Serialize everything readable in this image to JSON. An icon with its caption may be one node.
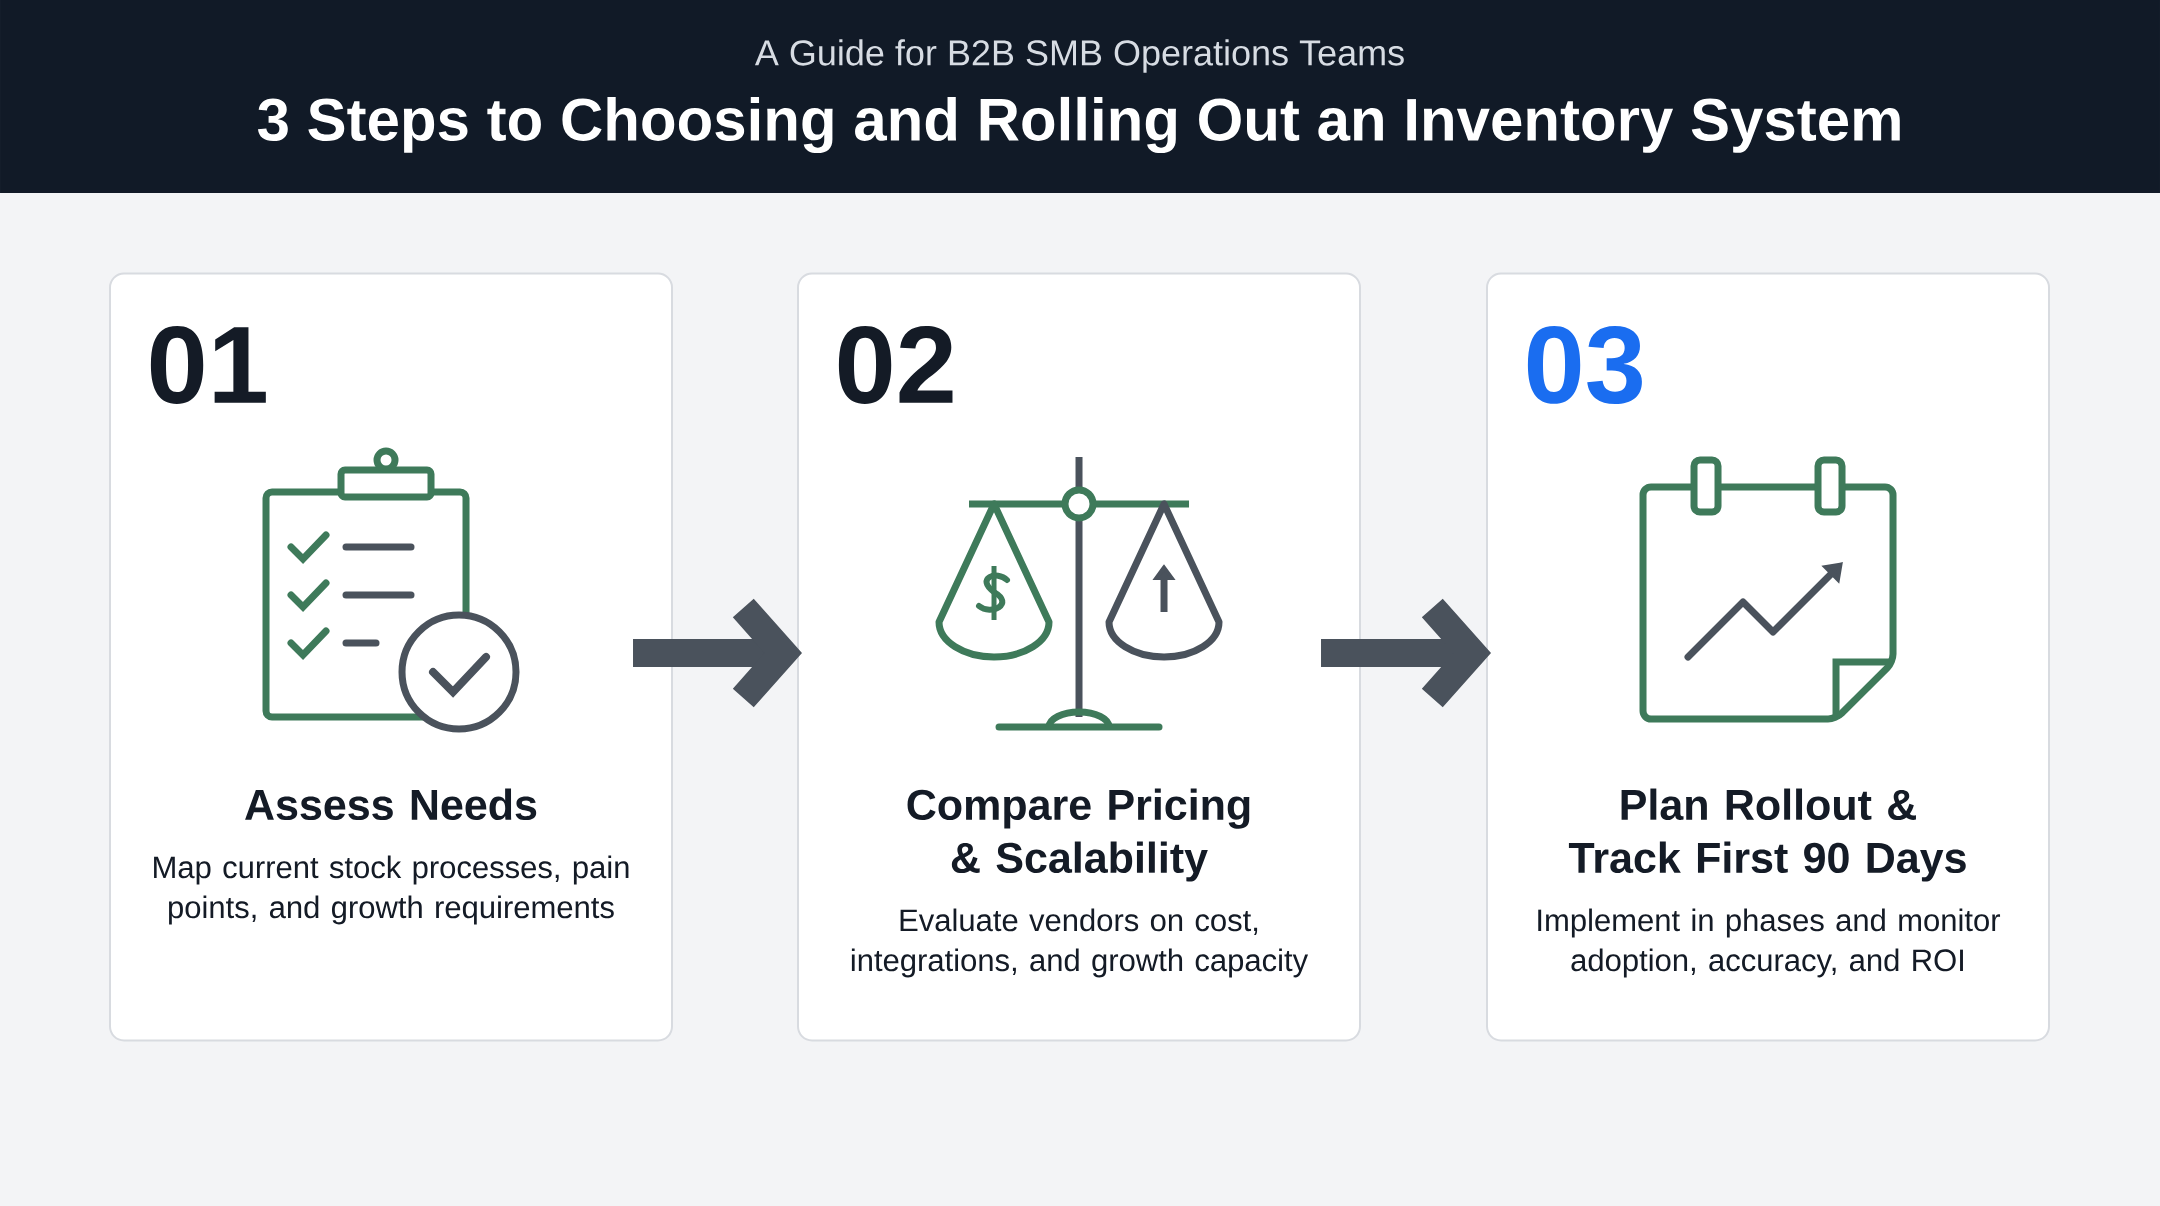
{
  "diagram": {
    "title": "3 Steps to Choosing and Rolling Out an Inventory System",
    "nodes": [
      {
        "text": [
          "01",
          "Assess Needs",
          "Map current stock processes, pain points, and growth requirements"
        ]
      },
      {
        "text": [
          "02",
          "Compare Pricing & Scalability",
          "Evaluate vendors on cost, integrations, and growth capacity"
        ]
      },
      {
        "text": [
          "03",
          "Plan Rollout & Track First 90 Days",
          "Implement in phases and monitor adoption, accuracy, and ROI"
        ]
      }
    ],
    "edges": [
      {
        "from": 0,
        "to": 1,
        "arrow": "to"
      },
      {
        "from": 1,
        "to": 2,
        "arrow": "to"
      }
    ],
    "labels": [
      "A Guide for B2B SMB Operations Teams"
    ]
  }
}
